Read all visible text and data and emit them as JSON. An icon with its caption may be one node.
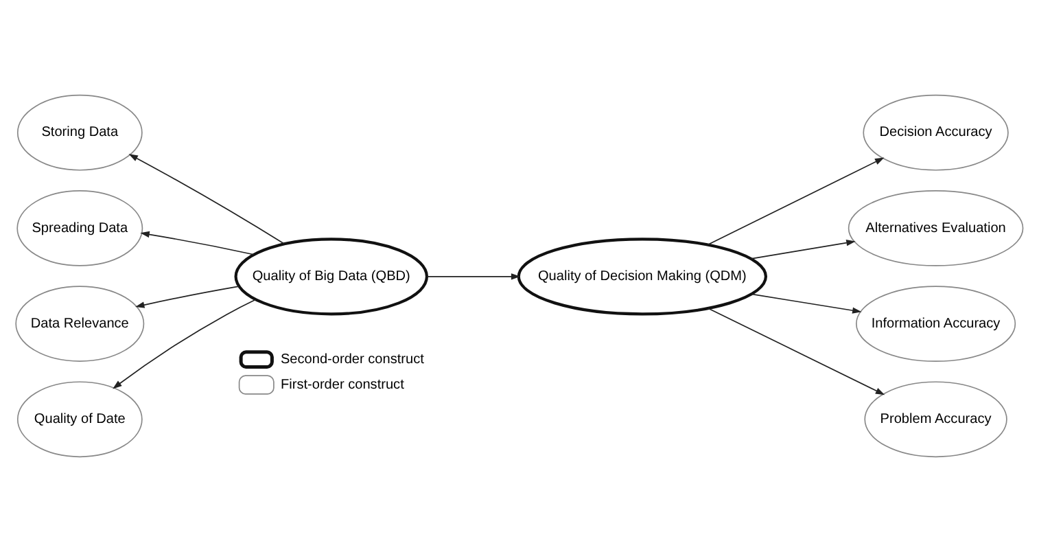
{
  "diagram": {
    "nodes": [
      {
        "text": [
          "Storing Data"
        ]
      },
      {
        "text": [
          "Spreading Data"
        ]
      },
      {
        "text": [
          "Data Relevance"
        ]
      },
      {
        "text": [
          "Quality of Date"
        ]
      },
      {
        "text": [
          "Quality of Big Data (QBD)"
        ]
      },
      {
        "text": [
          "Quality of Decision Making (QDM)"
        ]
      },
      {
        "text": [
          "Decision Accuracy"
        ]
      },
      {
        "text": [
          "Alternatives Evaluation"
        ]
      },
      {
        "text": [
          "Information Accuracy"
        ]
      },
      {
        "text": [
          "Problem Accuracy"
        ]
      }
    ],
    "edges": [
      {
        "from": 4,
        "to": 0,
        "arrow": "to"
      },
      {
        "from": 4,
        "to": 1,
        "arrow": "to"
      },
      {
        "from": 4,
        "to": 2,
        "arrow": "to"
      },
      {
        "from": 4,
        "to": 3,
        "arrow": "to"
      },
      {
        "from": 4,
        "to": 5,
        "arrow": "to"
      },
      {
        "from": 5,
        "to": 6,
        "arrow": "to"
      },
      {
        "from": 5,
        "to": 7,
        "arrow": "to"
      },
      {
        "from": 5,
        "to": 8,
        "arrow": "to"
      },
      {
        "from": 5,
        "to": 9,
        "arrow": "to"
      }
    ],
    "legend": [
      {
        "text": "Second-order construct"
      },
      {
        "text": "First-order construct"
      }
    ]
  }
}
